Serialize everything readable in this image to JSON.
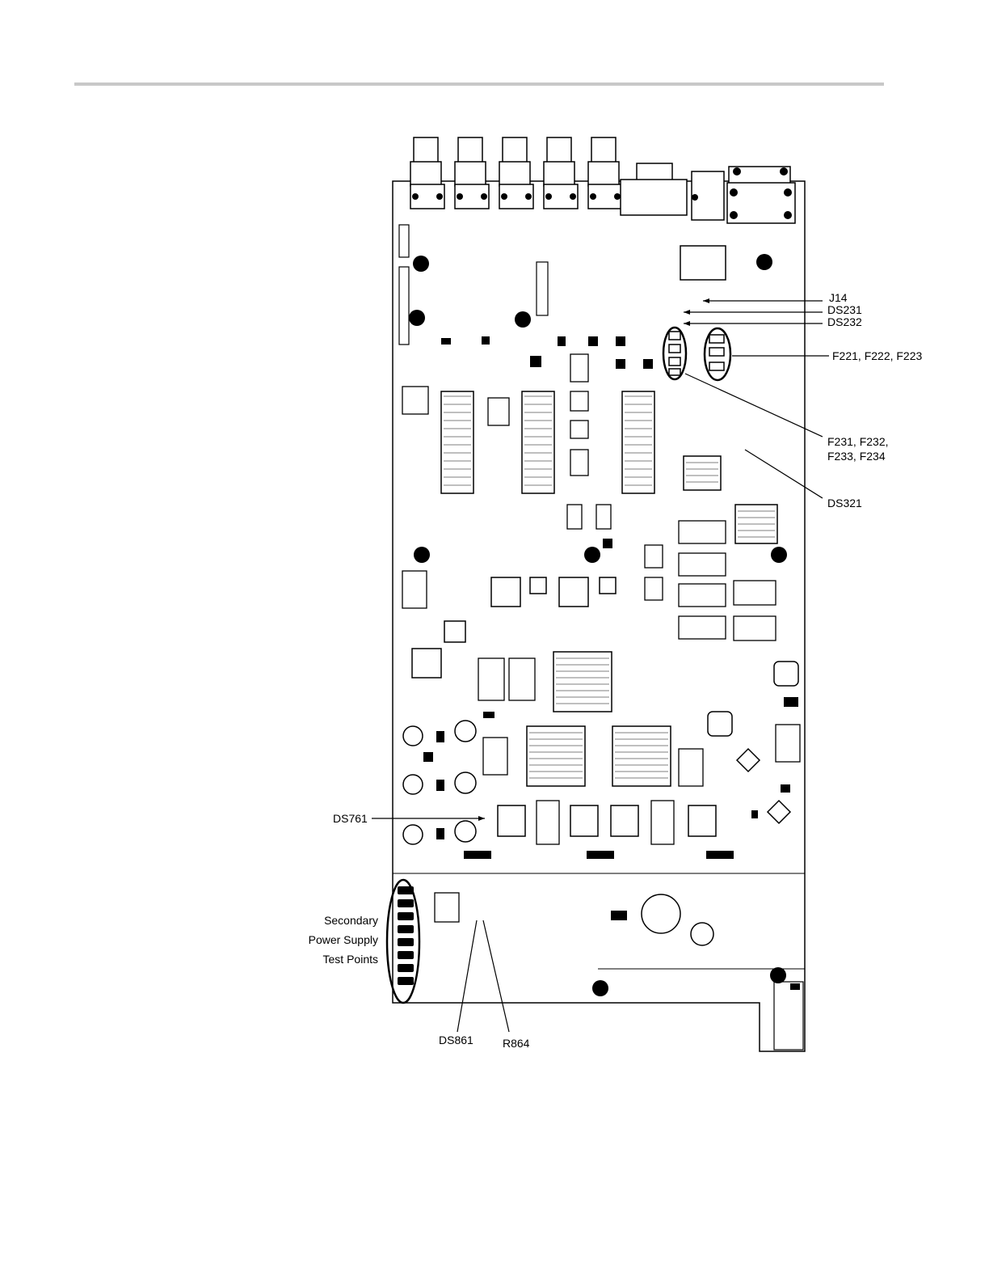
{
  "callouts": {
    "j14": "J14",
    "ds231": "DS231",
    "ds232": "DS232",
    "f221_group": "F221, F222, F223",
    "f231_group_line1": "F231, F232,",
    "f231_group_line2": "F233, F234",
    "ds321": "DS321",
    "ds761": "DS761",
    "secondary_line1": "Secondary",
    "secondary_line2": "Power Supply",
    "secondary_line3": "Test Points",
    "ds861": "DS861",
    "r864": "R864"
  }
}
